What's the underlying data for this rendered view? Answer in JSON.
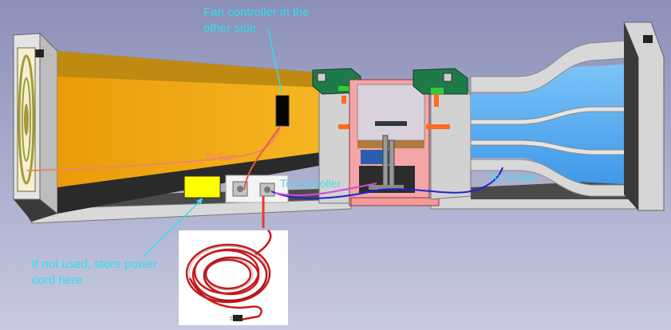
{
  "colors": {
    "background_top": "#8c8fb8",
    "background_bottom": "#c7cae0",
    "frame_gray": "#d6d6d6",
    "duct_orange": "#f2ab12",
    "duct_blue": "#59aef2",
    "panel_green": "#1f7a4a",
    "sensor_yellow": "#ffff00",
    "wire_red": "#e63b2e",
    "wire_orange": "#ef8468",
    "wire_blue": "#2222cc",
    "wire_magenta": "#d94ad9",
    "callout_cyan": "#2fe0ea"
  },
  "annotations": {
    "fan_controller": "Fan controller in the\nother side",
    "to_fan": "To Fan",
    "to_controller": "To controller",
    "to_smoke": "To smoke",
    "power_cord": "If not used, store power\ncord here"
  },
  "icons": {
    "fan": "fan-grille",
    "power_cord_photo": "coiled-red-extension-cord"
  }
}
